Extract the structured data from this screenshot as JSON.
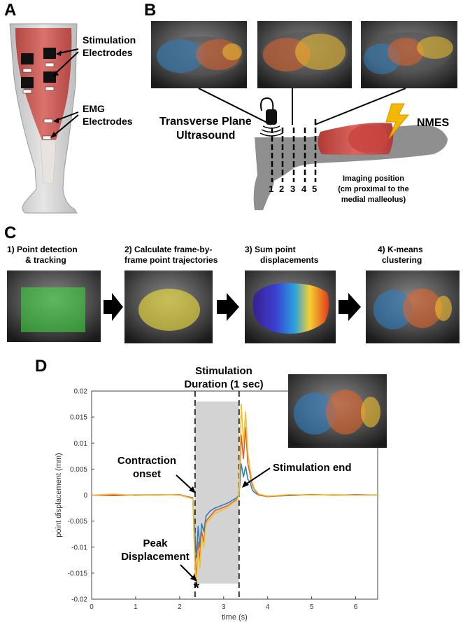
{
  "panels": {
    "a": {
      "letter": "A",
      "stim_label_1": "Stimulation",
      "stim_label_2": "Electrodes",
      "emg_label_1": "EMG",
      "emg_label_2": "Electrodes"
    },
    "b": {
      "letter": "B",
      "probe_label_1": "Transverse Plane",
      "probe_label_2": "Ultrasound",
      "nmes_label": "NMES",
      "position_numbers": [
        "1",
        "2",
        "3",
        "4",
        "5"
      ],
      "imaging_label_1": "Imaging position",
      "imaging_label_2": "(cm proximal to the",
      "imaging_label_3": "medial malleolus)"
    },
    "c": {
      "letter": "C",
      "steps": [
        {
          "line1": "1) Point detection",
          "line2": "& tracking"
        },
        {
          "line1": "2) Calculate frame-by-",
          "line2": "frame point trajectories"
        },
        {
          "line1": "3) Sum point",
          "line2": "displacements"
        },
        {
          "line1": "4) K-means",
          "line2": "clustering"
        }
      ]
    },
    "d": {
      "letter": "D",
      "stim_title_1": "Stimulation",
      "stim_title_2": "Duration (1 sec)",
      "onset_label_1": "Contraction",
      "onset_label_2": "onset",
      "end_label": "Stimulation end",
      "peak_label_1": "Peak",
      "peak_label_2": "Displacement",
      "peak_marker": "*"
    }
  },
  "colors": {
    "cluster_blue": "#2f7fc1",
    "cluster_orange": "#e0622a",
    "cluster_yellow": "#f2c12e",
    "tracking_green": "#3ddc3d",
    "muscle_red": "#c9443f",
    "stim_shade": "#d3d3d3"
  },
  "chart_data": {
    "type": "line",
    "xlabel": "time (s)",
    "ylabel": "point displacement (mm)",
    "xlim": [
      0,
      6.5
    ],
    "ylim": [
      -0.02,
      0.02
    ],
    "x_ticks": [
      0,
      1,
      2,
      3,
      4,
      5,
      6
    ],
    "y_ticks": [
      -0.02,
      -0.015,
      -0.01,
      -0.005,
      0,
      0.005,
      0.01,
      0.015,
      0.02
    ],
    "y_tick_labels": [
      "-0.02",
      "-0.015",
      "-0.01",
      "-0.005",
      "0",
      "0.005",
      "0.01",
      "0.015",
      "0.02"
    ],
    "stimulation_window": [
      2.35,
      3.35
    ],
    "shaded_ylim": [
      -0.017,
      0.018
    ],
    "peak_point": {
      "x": 2.38,
      "y": -0.0175
    },
    "series": [
      {
        "color": "#2f7fc1",
        "x": [
          0,
          0.5,
          1.0,
          1.5,
          2.0,
          2.3,
          2.35,
          2.38,
          2.42,
          2.46,
          2.5,
          2.55,
          2.6,
          2.7,
          2.8,
          2.95,
          3.1,
          3.3,
          3.35,
          3.4,
          3.45,
          3.5,
          3.55,
          3.6,
          3.65,
          3.7,
          3.8,
          4.0,
          4.5,
          5.0,
          5.5,
          6.0,
          6.5
        ],
        "y": [
          0,
          0.0001,
          0,
          0.0001,
          0,
          -0.0005,
          -0.008,
          -0.012,
          -0.006,
          -0.01,
          -0.0055,
          -0.007,
          -0.004,
          -0.003,
          -0.0025,
          -0.002,
          -0.0015,
          -0.0005,
          0,
          0.006,
          0.0035,
          0.0055,
          0.003,
          0.0025,
          0.001,
          0.0005,
          0,
          -0.0002,
          -0.0001,
          0.0001,
          0,
          0.0001,
          0
        ]
      },
      {
        "color": "#e0622a",
        "x": [
          0,
          0.5,
          1.0,
          1.5,
          2.0,
          2.3,
          2.35,
          2.38,
          2.42,
          2.46,
          2.5,
          2.55,
          2.6,
          2.7,
          2.8,
          2.95,
          3.1,
          3.3,
          3.35,
          3.4,
          3.45,
          3.5,
          3.55,
          3.6,
          3.65,
          3.7,
          3.8,
          4.0,
          4.5,
          5.0,
          5.5,
          6.0,
          6.5
        ],
        "y": [
          0,
          -0.0001,
          0,
          0,
          0.0001,
          -0.0006,
          -0.0125,
          -0.016,
          -0.009,
          -0.0125,
          -0.007,
          -0.009,
          -0.005,
          -0.004,
          -0.003,
          -0.0025,
          -0.002,
          -0.0008,
          0,
          0.0115,
          0.007,
          0.013,
          0.006,
          0.004,
          0.002,
          0.001,
          0,
          -0.0003,
          0,
          0.0001,
          0,
          0,
          0
        ]
      },
      {
        "color": "#f2c12e",
        "x": [
          0,
          0.5,
          1.0,
          1.5,
          2.0,
          2.3,
          2.35,
          2.38,
          2.42,
          2.46,
          2.5,
          2.55,
          2.6,
          2.7,
          2.8,
          2.95,
          3.1,
          3.3,
          3.35,
          3.4,
          3.45,
          3.5,
          3.55,
          3.6,
          3.65,
          3.7,
          3.8,
          4.0,
          4.5,
          5.0,
          5.5,
          6.0,
          6.5
        ],
        "y": [
          0,
          0.0002,
          -0.0001,
          0.0001,
          0,
          -0.0007,
          -0.014,
          -0.0175,
          -0.0105,
          -0.014,
          -0.008,
          -0.01,
          -0.0055,
          -0.0045,
          -0.0035,
          -0.003,
          -0.0022,
          -0.001,
          0,
          0.0175,
          0.01,
          0.016,
          0.008,
          0.005,
          0.0025,
          0.0012,
          0.0002,
          -0.0002,
          0.0001,
          0,
          0.0001,
          0,
          0
        ]
      }
    ]
  }
}
